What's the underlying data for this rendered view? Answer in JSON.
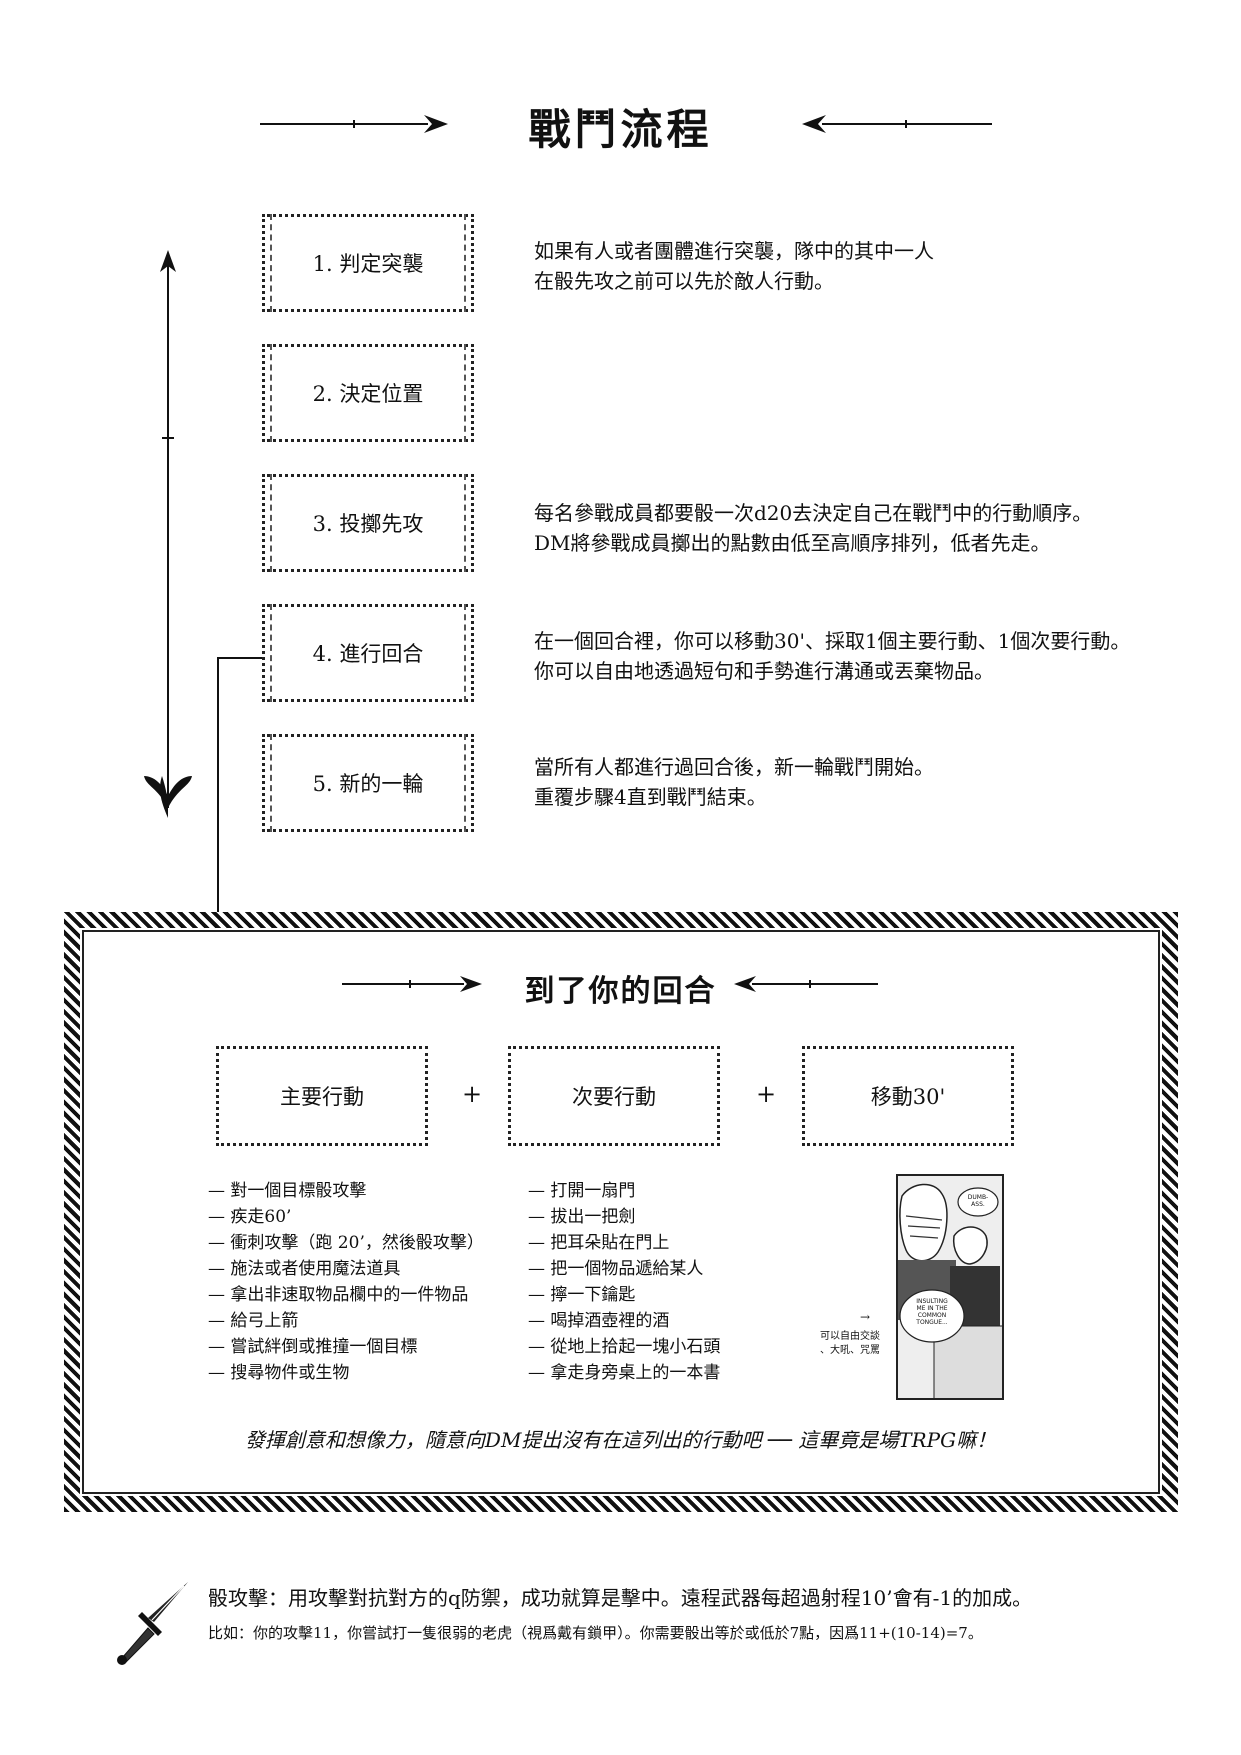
{
  "page": {
    "title": "戰鬥流程",
    "steps": [
      {
        "label": "1. 判定突襲",
        "desc": [
          "如果有人或者團體進行突襲，隊中的其中一人",
          "在骰先攻之前可以先於敵人行動。"
        ]
      },
      {
        "label": "2. 決定位置",
        "desc": []
      },
      {
        "label": "3. 投擲先攻",
        "desc": [
          "每名參戰成員都要骰一次d20去決定自己在戰鬥中的行動順序。",
          "DM將參戰成員擲出的點數由低至高順序排列，低者先走。"
        ]
      },
      {
        "label": "4. 進行回合",
        "desc": [
          "在一個回合裡，你可以移動30'、採取1個主要行動、1個次要行動。",
          "你可以自由地透過短句和手勢進行溝通或丟棄物品。"
        ]
      },
      {
        "label": "5. 新的一輪",
        "desc": [
          "當所有人都進行過回合後，新一輪戰鬥開始。",
          "重覆步驟4直到戰鬥結束。"
        ]
      }
    ]
  },
  "turn": {
    "title": "到了你的回合",
    "plus": "+",
    "main_action": "主要行動",
    "minor_action": "次要行動",
    "move": "移動30'",
    "main_list": [
      "對一個目標骰攻擊",
      "疾走60’",
      "衝刺攻擊（跑 20’，然後骰攻擊）",
      "施法或者使用魔法道具",
      "拿出非速取物品欄中的一件物品",
      "給弓上箭",
      "嘗試絆倒或推撞一個目標",
      "搜尋物件或生物"
    ],
    "minor_list": [
      "打開一扇門",
      "拔出一把劍",
      "把耳朵貼在門上",
      "把一個物品遞給某人",
      "擰一下鑰匙",
      "喝掉酒壺裡的酒",
      "從地上拾起一塊小石頭",
      "拿走身旁桌上的一本書"
    ],
    "manga_note": [
      "可以自由交談",
      "、大吼、咒罵"
    ],
    "manga_arrow": "→",
    "manga_bubble_1": [
      "DUMB-",
      "ASS."
    ],
    "manga_bubble_2": [
      "INSULTING",
      "ME IN THE",
      "COMMON",
      "TONGUE..."
    ],
    "tagline": "發揮創意和想像力，隨意向DM提出沒有在這列出的行動吧 ── 這畢竟是場TRPG嘛！"
  },
  "footer": {
    "line1": "骰攻擊：用攻擊對抗對方的q防禦，成功就算是擊中。遠程武器每超過射程10’會有-1的加成。",
    "line2": "比如：你的攻擊11，你嘗試打一隻很弱的老虎（視爲戴有鎖甲）。你需要骰出等於或低於7點，因爲11+(10-14)=7。"
  }
}
